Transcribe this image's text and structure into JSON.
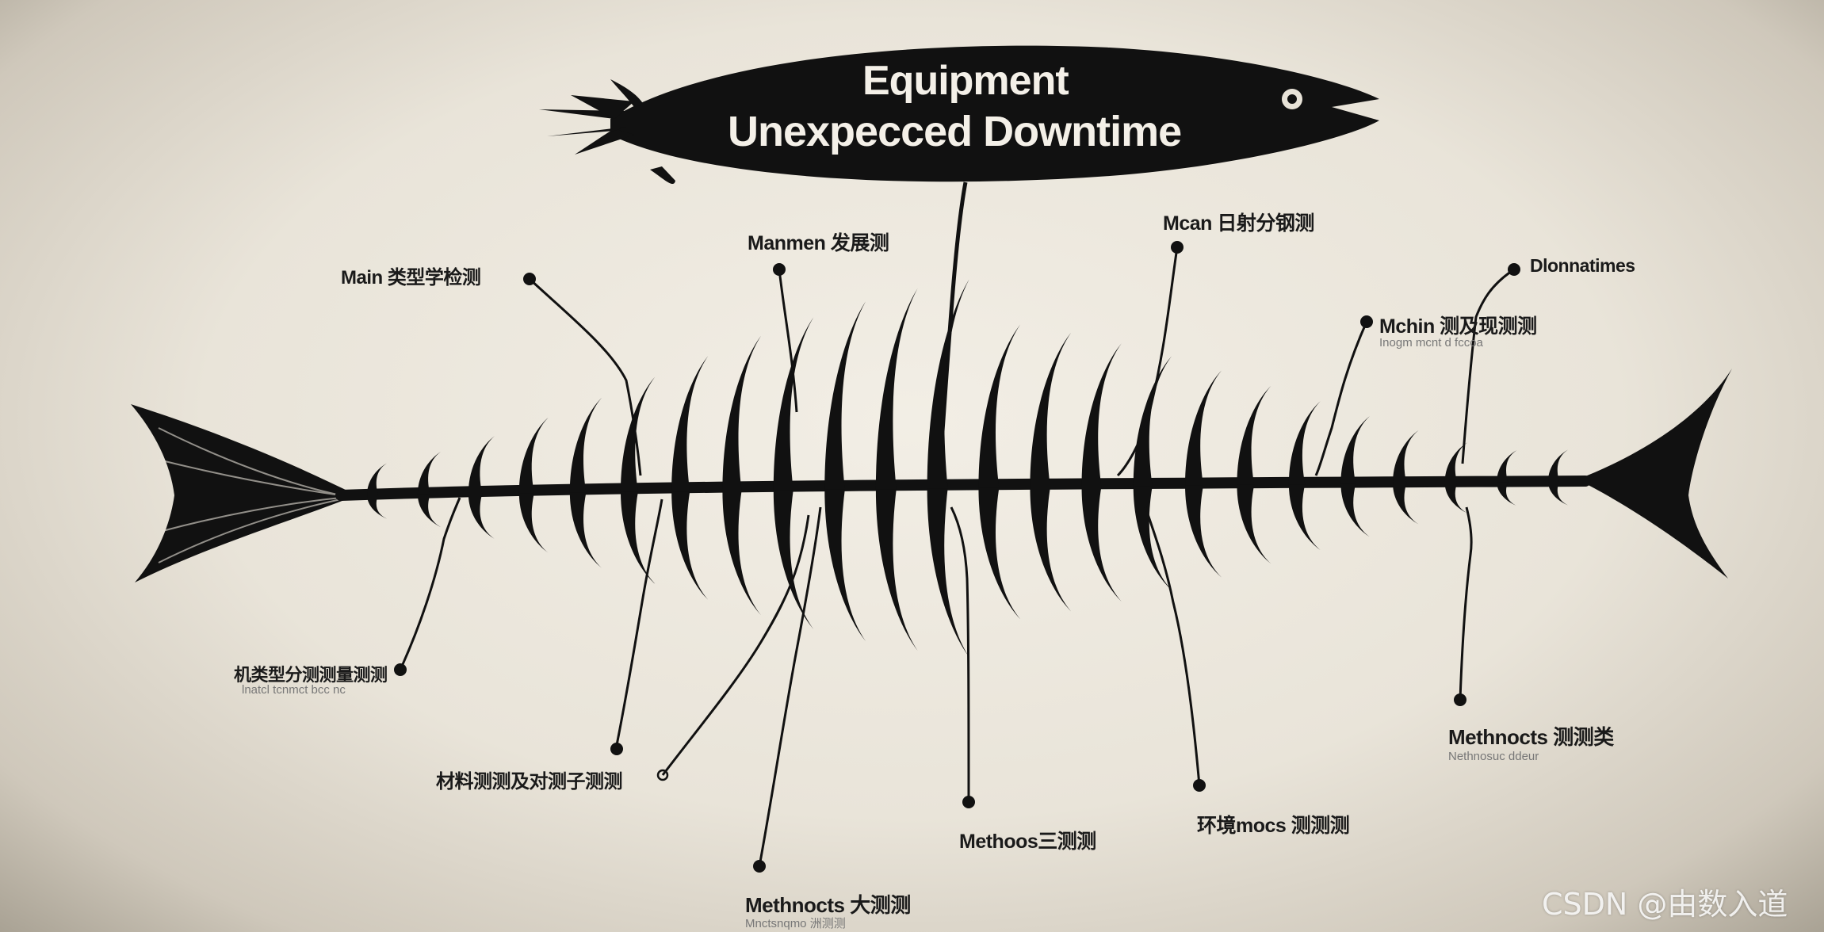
{
  "header": {
    "title_line1": "Equipment",
    "title_line2": "Unexpecced Downtime"
  },
  "labels": {
    "top_left_man": "Main 类型学检测",
    "top_manmen": "Manmen 发展测",
    "top_mcan": "Mcan 日射分钢测",
    "top_right_downtime": "Dlonnatimes",
    "right_machine": "Mchin 测及现测测",
    "right_machine_sub": "Inogm mcnt d fccoa",
    "left_machine": "机类型分测测量测测",
    "left_machine_sub": "lnatcl tcnmct bcc nc",
    "material": "材料测测及对测子测测",
    "methods_center": "Methoos三测测",
    "methods_bottom": "Methnocts 大测测",
    "methods_bottom_sub": "Mnctsnqmo 洲测测",
    "environment": "环境mocs 测测测",
    "methods_right": "Methnocts 测测类",
    "methods_right_sub": "Nethnosuc ddeur"
  },
  "watermark": "CSDN @由数入道",
  "colors": {
    "ink": "#111111",
    "background": "#ece8df",
    "head_text": "#f4f0e8"
  }
}
